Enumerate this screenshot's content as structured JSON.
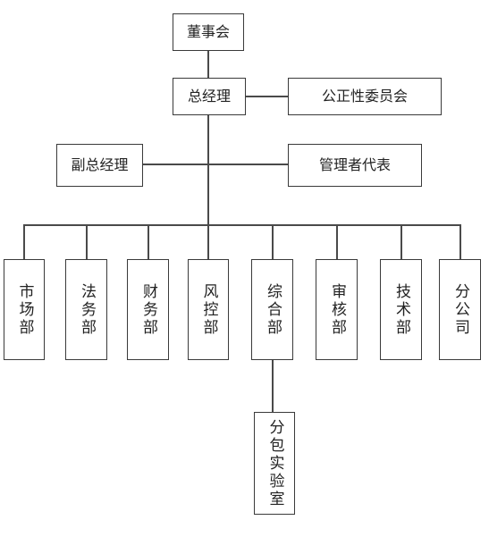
{
  "org_chart": {
    "board": "董事会",
    "general_manager": "总经理",
    "fairness_committee": "公正性委员会",
    "deputy_gm": "副总经理",
    "management_rep": "管理者代表",
    "departments": [
      "市场部",
      "法务部",
      "财务部",
      "风控部",
      "综合部",
      "审核部",
      "技术部",
      "分公司"
    ],
    "sub_lab": "分包实验室"
  },
  "colors": {
    "line": "#4a4a4a",
    "border": "#3a3a3a",
    "text": "#222222"
  }
}
